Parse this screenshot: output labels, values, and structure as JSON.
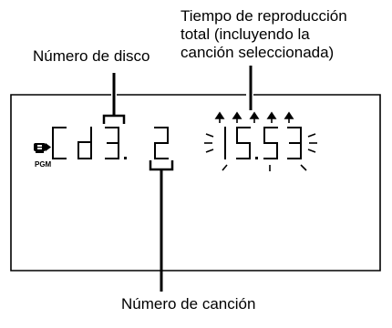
{
  "callouts": {
    "total_time_line1": "Tiempo de reproducción",
    "total_time_line2": "total (incluyendo la",
    "total_time_line3": "canción seleccionada)",
    "disc_number": "Número de disco",
    "track_number": "Número de canción"
  },
  "display": {
    "indicator_label": "PGM",
    "indicator_icon": "disc-program-icon",
    "segment_color": "#000000"
  }
}
